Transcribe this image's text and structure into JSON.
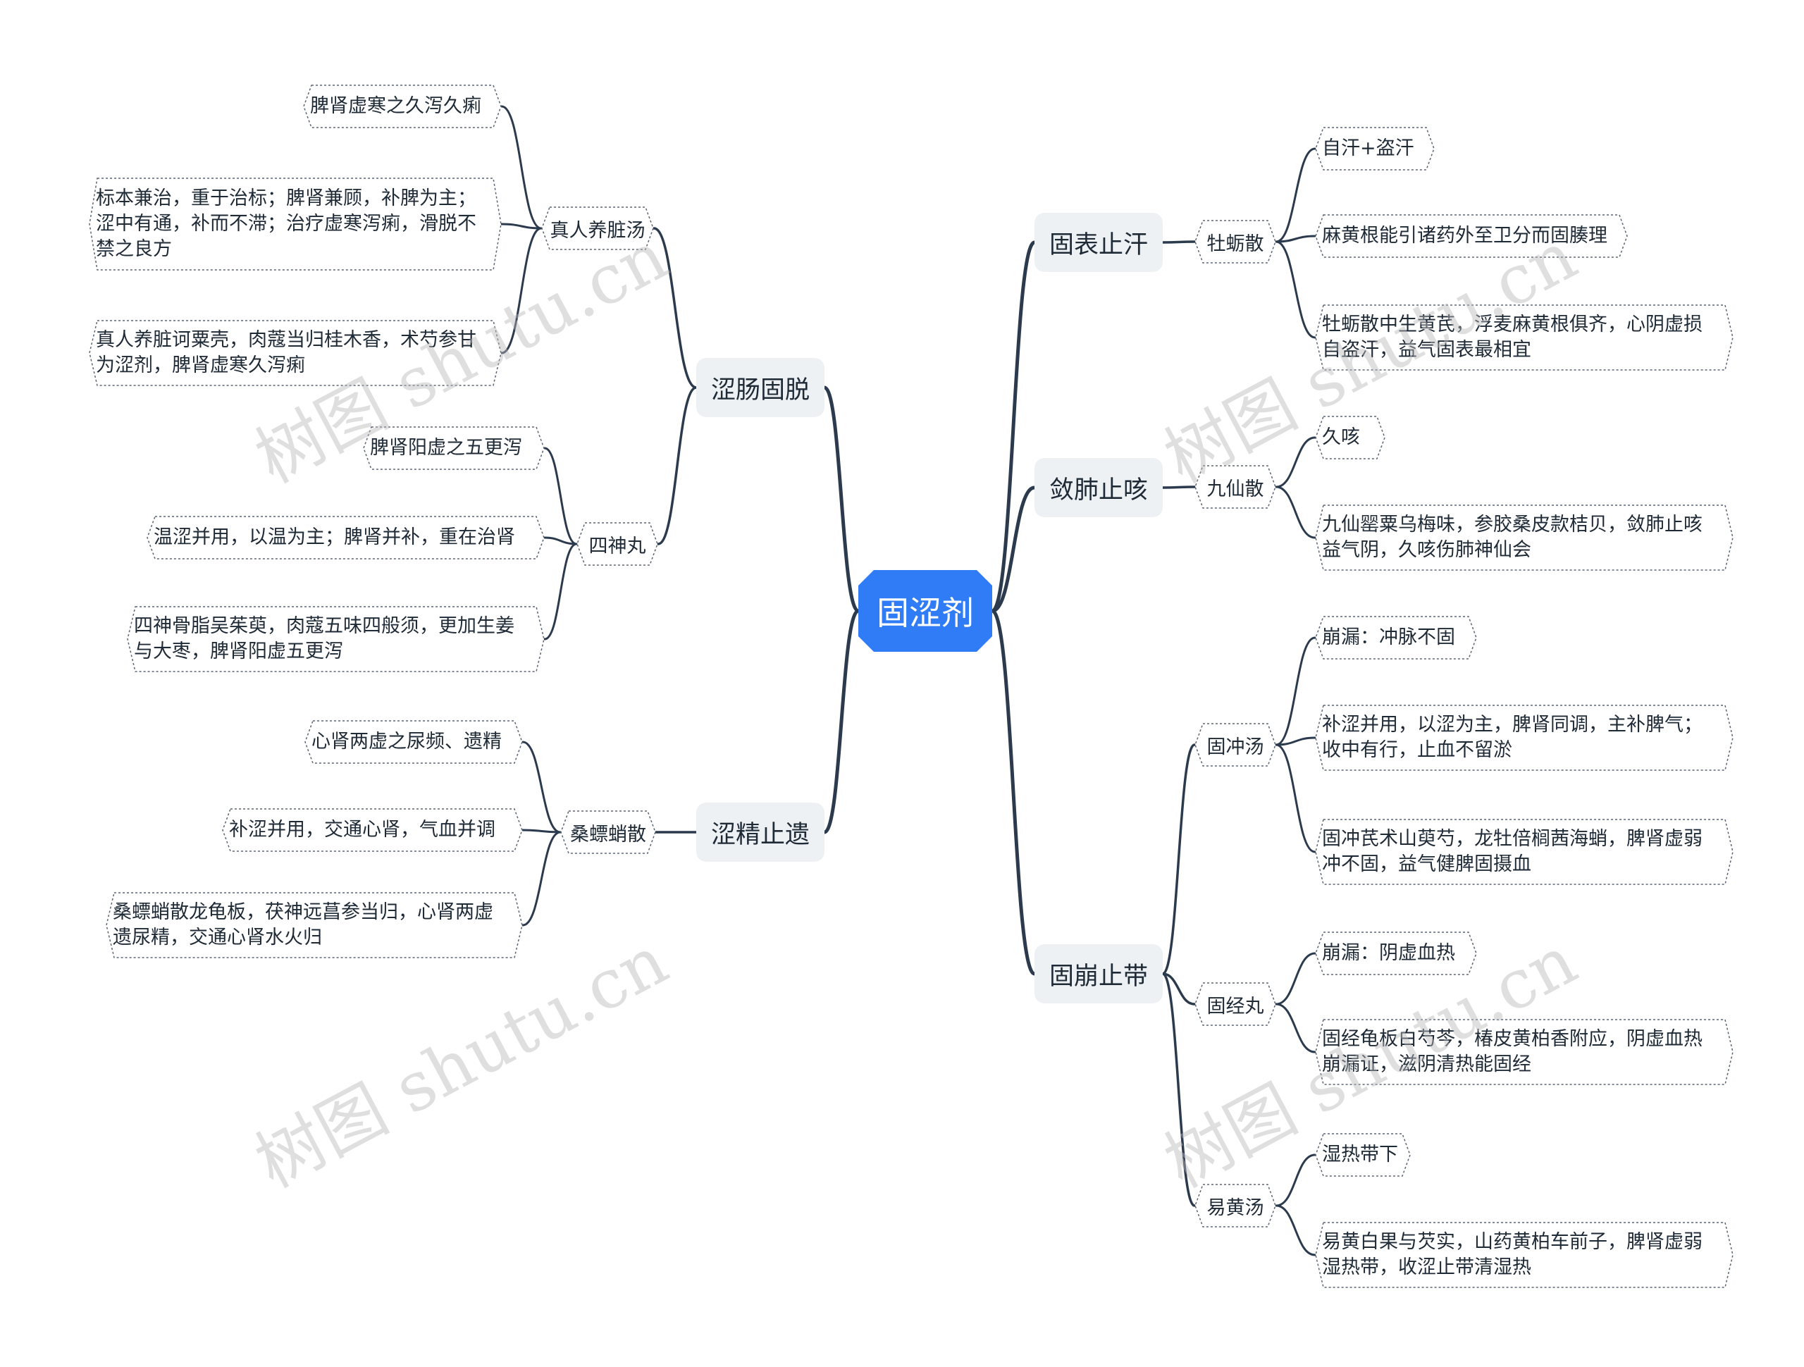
{
  "root": "固涩剂",
  "branches": {
    "b1": "涩肠固脱",
    "b2": "涩精止遗",
    "b3": "固表止汗",
    "b4": "敛肺止咳",
    "b5": "固崩止带"
  },
  "subs": {
    "s1": "真人养脏汤",
    "s2": "四神丸",
    "s3": "桑螵蛸散",
    "s4": "牡蛎散",
    "s5": "九仙散",
    "s6": "固冲汤",
    "s7": "固经丸",
    "s8": "易黄汤"
  },
  "leaves": {
    "l1": "脾肾虚寒之久泻久痢",
    "l2": "标本兼治，重于治标；脾肾兼顾，补脾为主；\n涩中有通，补而不滞；治疗虚寒泻痢，滑脱不\n禁之良方",
    "l3": "真人养脏诃粟壳，肉蔻当归桂木香，术芍参甘\n为涩剂，脾肾虚寒久泻痢",
    "l4": "脾肾阳虚之五更泻",
    "l5": "温涩并用，以温为主；脾肾并补，重在治肾",
    "l6": "四神骨脂吴茱萸，肉蔻五味四般须，更加生姜\n与大枣，脾肾阳虚五更泻",
    "l7": "心肾两虚之尿频、遗精",
    "l8": "补涩并用，交通心肾，气血并调",
    "l9": "桑螵蛸散龙龟板，茯神远菖参当归，心肾两虚\n遗尿精，交通心肾水火归",
    "l10": "自汗+盗汗",
    "l11": "麻黄根能引诸药外至卫分而固腠理",
    "l12": "牡蛎散中生黄芪，浮麦麻黄根俱齐，心阴虚损\n自盗汗，益气固表最相宜",
    "l13": "久咳",
    "l14": "九仙罂粟乌梅味，参胶桑皮款桔贝，敛肺止咳\n益气阴，久咳伤肺神仙会",
    "l15": "崩漏：冲脉不固",
    "l16": "补涩并用，以涩为主，脾肾同调，主补脾气；\n收中有行，止血不留淤",
    "l17": "固冲芪术山萸芍，龙牡倍榈茜海蛸，脾肾虚弱\n冲不固，益气健脾固摄血",
    "l18": "崩漏：阴虚血热",
    "l19": "固经龟板白芍芩，椿皮黄柏香附应，阴虚血热\n崩漏证，滋阴清热能固经",
    "l20": "湿热带下",
    "l21": "易黄白果与芡实，山药黄柏车前子，脾肾虚弱\n湿热带，收涩止带清湿热"
  },
  "watermark": "树图 shutu.cn",
  "colors": {
    "root": "#2f7cf6",
    "line": "#2c3a4e",
    "branch_bg": "#eef1f4"
  }
}
